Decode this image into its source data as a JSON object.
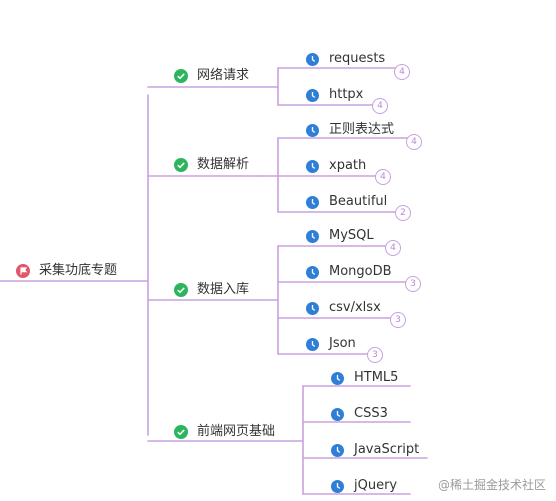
{
  "root": {
    "label": "采集功底专题",
    "icon": "flag-icon"
  },
  "branches": [
    {
      "label": "网络请求",
      "icon": "check-circle-icon",
      "leaves": [
        {
          "label": "requests",
          "badge": "4"
        },
        {
          "label": "httpx",
          "badge": "4"
        }
      ]
    },
    {
      "label": "数据解析",
      "icon": "check-circle-icon",
      "leaves": [
        {
          "label": "正则表达式",
          "badge": "4"
        },
        {
          "label": "xpath",
          "badge": "4"
        },
        {
          "label": "Beautiful",
          "badge": "2"
        }
      ]
    },
    {
      "label": "数据入库",
      "icon": "check-circle-icon",
      "leaves": [
        {
          "label": "MySQL",
          "badge": "4"
        },
        {
          "label": "MongoDB",
          "badge": "3"
        },
        {
          "label": "csv/xlsx",
          "badge": "3"
        },
        {
          "label": "Json",
          "badge": "3"
        }
      ]
    },
    {
      "label": "前端网页基础",
      "icon": "check-circle-icon",
      "leaves": [
        {
          "label": "HTML5"
        },
        {
          "label": "CSS3"
        },
        {
          "label": "JavaScript"
        },
        {
          "label": "jQuery"
        }
      ]
    }
  ],
  "leaf_icon": "clock-icon",
  "watermark": "@稀土掘金技术社区",
  "colors": {
    "line": "#c9a2de",
    "check": "#2db55d",
    "flag": "#e0576b",
    "clock": "#2f7fd6",
    "badge": "#b58ad6"
  }
}
